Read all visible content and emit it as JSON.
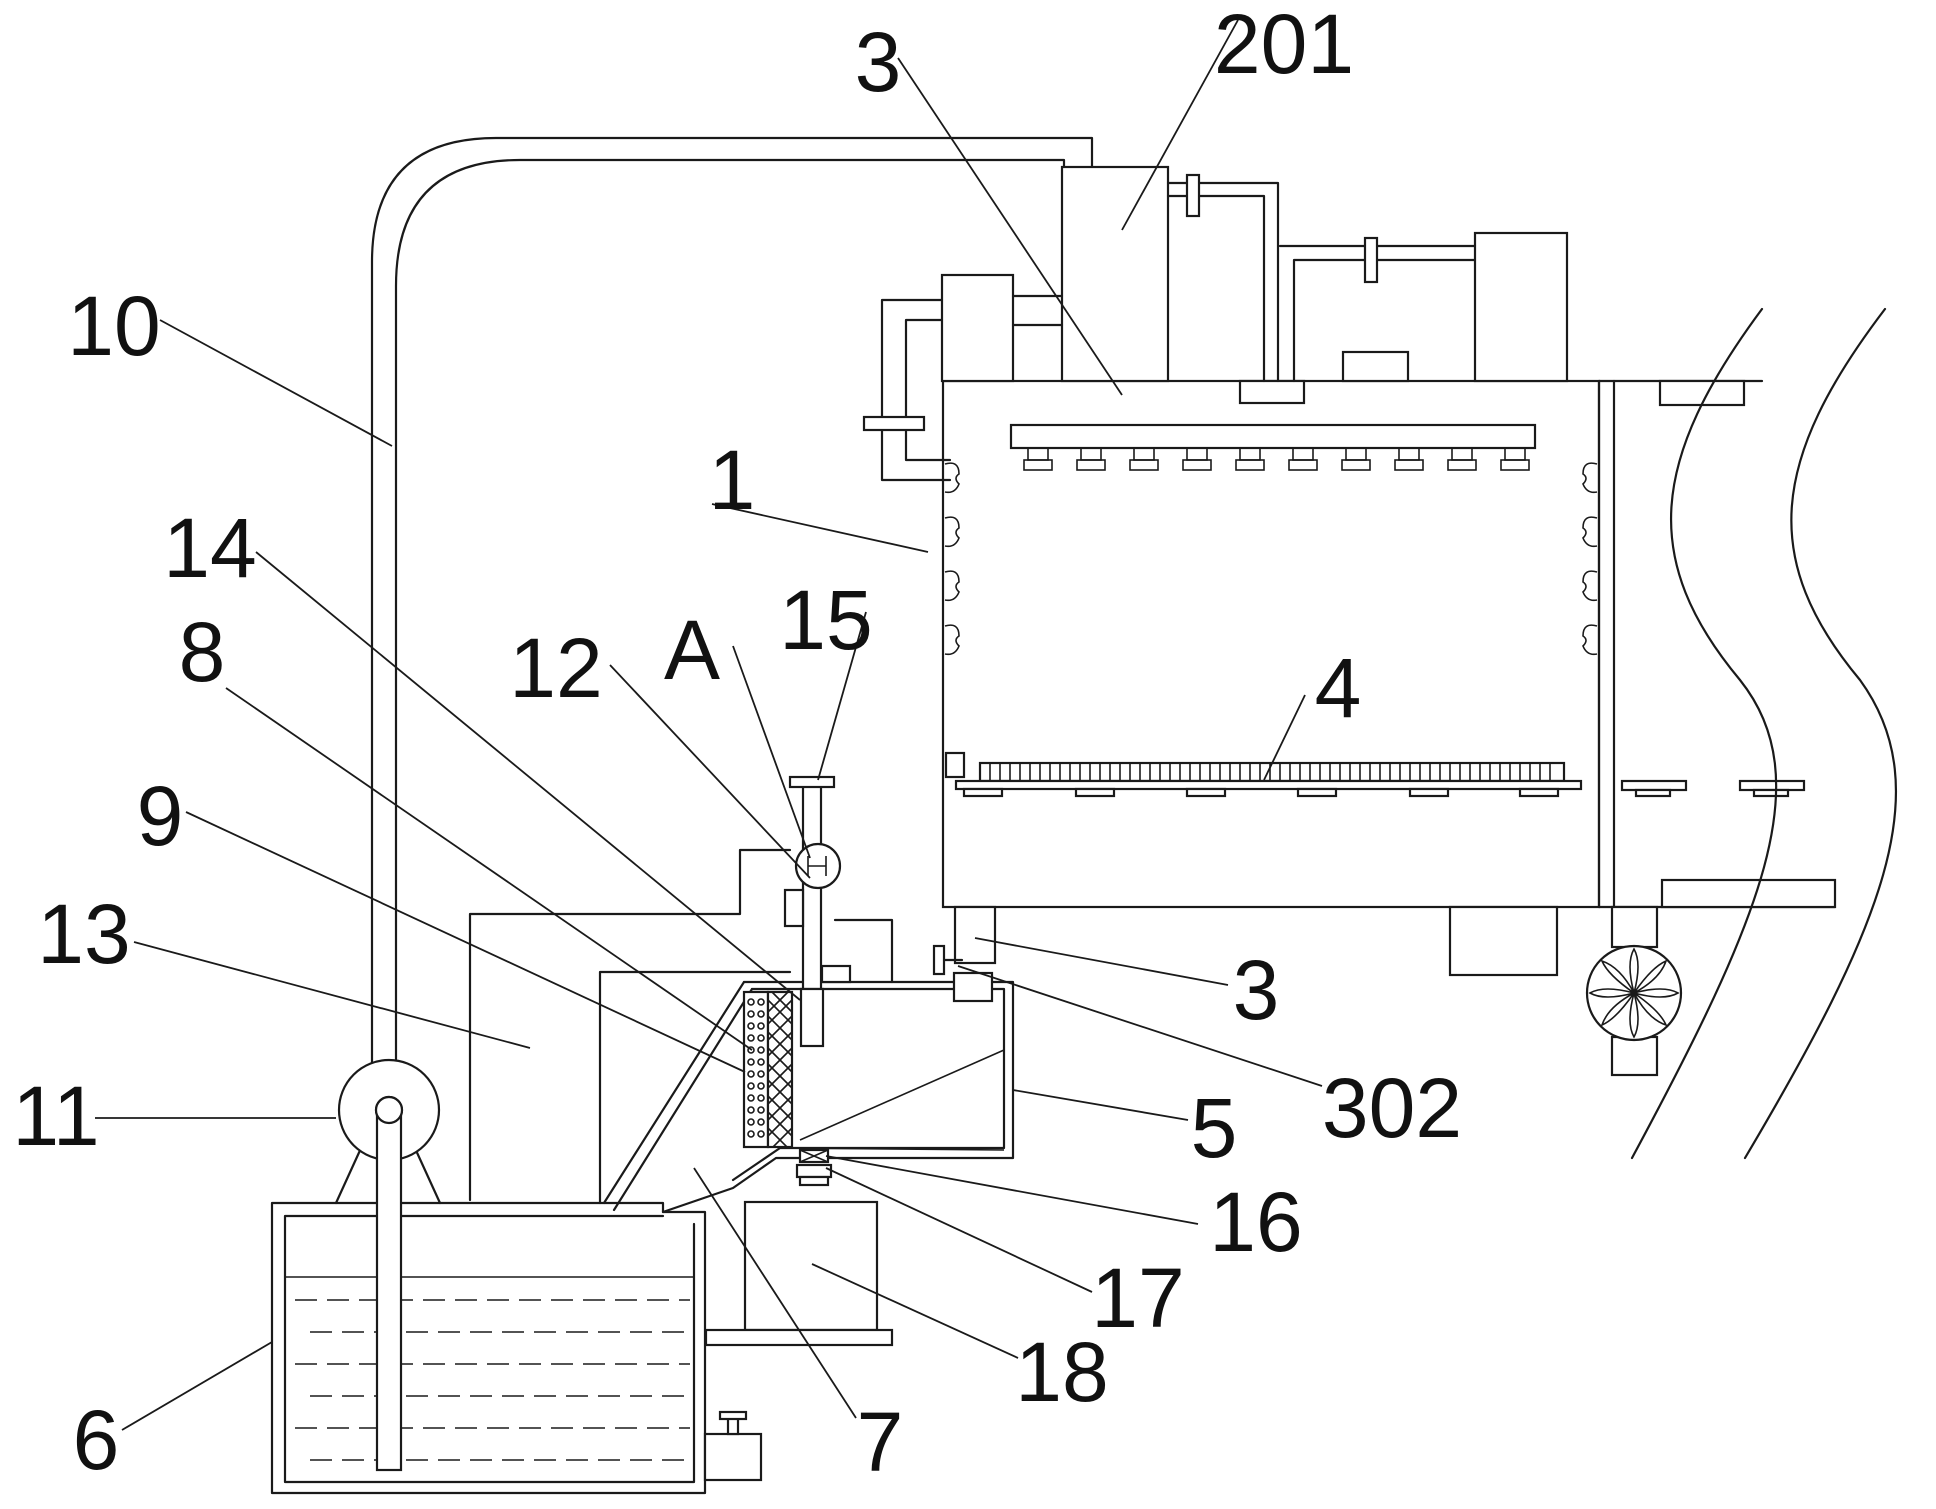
{
  "colors": {
    "stroke": "#1a1a1a",
    "background": "#ffffff"
  },
  "labels": [
    {
      "id": "label-201",
      "text": "201"
    },
    {
      "id": "label-3-top",
      "text": "3"
    },
    {
      "id": "label-10",
      "text": "10"
    },
    {
      "id": "label-1",
      "text": "1"
    },
    {
      "id": "label-14",
      "text": "14"
    },
    {
      "id": "label-15",
      "text": "15"
    },
    {
      "id": "label-A",
      "text": "A"
    },
    {
      "id": "label-8",
      "text": "8"
    },
    {
      "id": "label-12",
      "text": "12"
    },
    {
      "id": "label-4",
      "text": "4"
    },
    {
      "id": "label-9",
      "text": "9"
    },
    {
      "id": "label-13",
      "text": "13"
    },
    {
      "id": "label-3-bottom",
      "text": "3"
    },
    {
      "id": "label-302",
      "text": "302"
    },
    {
      "id": "label-11",
      "text": "11"
    },
    {
      "id": "label-5",
      "text": "5"
    },
    {
      "id": "label-16",
      "text": "16"
    },
    {
      "id": "label-17",
      "text": "17"
    },
    {
      "id": "label-18",
      "text": "18"
    },
    {
      "id": "label-6",
      "text": "6"
    },
    {
      "id": "label-7",
      "text": "7"
    }
  ]
}
